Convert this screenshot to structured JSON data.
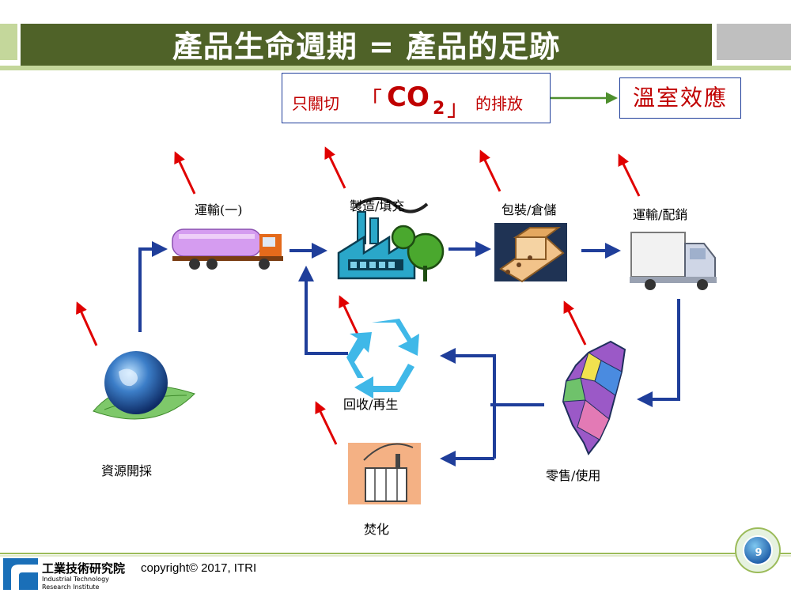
{
  "title": "產品生命週期 = 產品的足跡",
  "co2_box": {
    "pre": "只關切",
    "bracket_open": "「",
    "co2": "CO",
    "sub": "2",
    "bracket_close": "」",
    "post": "的排放"
  },
  "greenhouse_box": "溫室效應",
  "nodes": {
    "transport1": "運輸(一)",
    "manufacture": "製造/填充",
    "packaging": "包裝/倉儲",
    "distribution": "運輸/配銷",
    "resource": "資源開採",
    "recycle": "回收/再生",
    "retail": "零售/使用",
    "incinerate": "焚化"
  },
  "footer": {
    "org_cn": "工業技術研究院",
    "org_en_1": "Industrial Technology",
    "org_en_2": "Research Institute",
    "copyright": "copyright© 2017, ITRI"
  },
  "page_number": "9",
  "colors": {
    "title_bg": "#4f6228",
    "accent_green": "#c4d79b",
    "flow_arrow": "#1f3e9a",
    "emission_arrow": "#e00000"
  }
}
